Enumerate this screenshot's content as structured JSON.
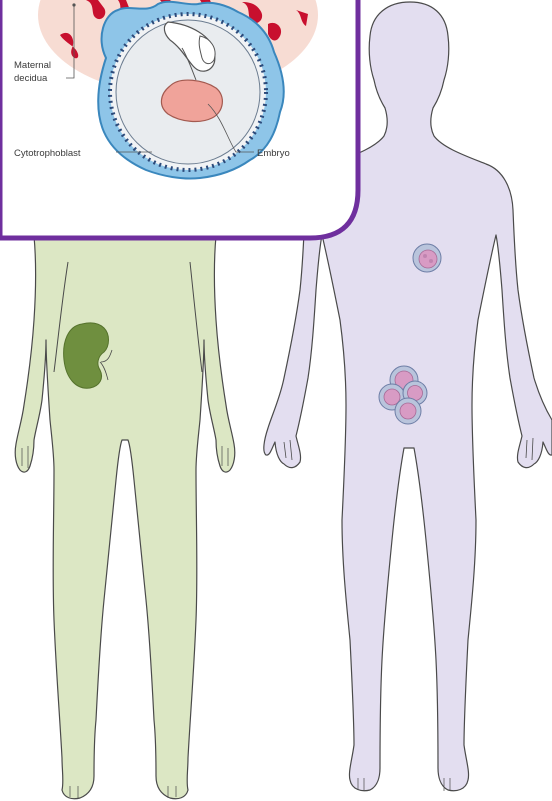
{
  "inset": {
    "labels": {
      "maternal_decidua": [
        "Maternal",
        "decidua"
      ],
      "cytotrophoblast": "Cytotrophoblast",
      "embryo": "Embryo"
    },
    "colors": {
      "frame": "#6f2f9e",
      "trophoblast": "#8ec5e8",
      "trophoblast_edge": "#3a87bd",
      "vessels": "#c8102e",
      "decidua": "#f7dcd3",
      "embryo": "#f0a39a",
      "cavity": "#e9ecef"
    }
  },
  "figures": {
    "left": {
      "fill": "#dce7c4",
      "organ": "kidney",
      "organ_color": "#6f8f3f"
    },
    "right": {
      "fill": "#e3def0",
      "organ": "cell-clusters",
      "cell_color": "#d89bc4"
    }
  }
}
